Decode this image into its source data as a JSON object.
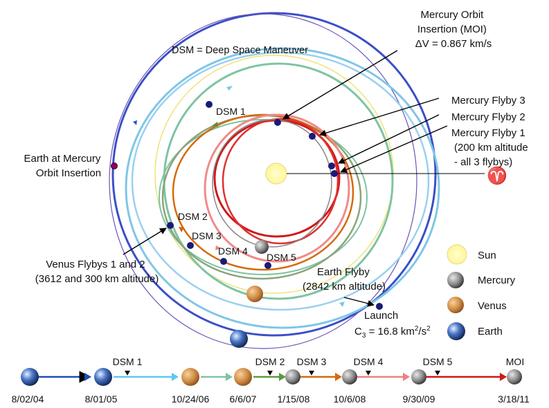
{
  "title_note": "DSM = Deep Space Maneuver",
  "annotations": {
    "moi": [
      "Mercury Orbit",
      "Insertion (MOI)",
      "ΔV = 0.867 km/s"
    ],
    "flyby3": "Mercury Flyby 3",
    "flyby2": "Mercury Flyby 2",
    "flyby1": [
      "Mercury Flyby 1",
      "(200 km altitude",
      "- all 3 flybys)"
    ],
    "earth_at_moi": [
      "Earth at Mercury",
      "Orbit Insertion"
    ],
    "venus_flybys": [
      "Venus Flybys 1 and 2",
      "(3612 and 300 km altitude)"
    ],
    "earth_flyby": [
      "Earth Flyby",
      "(2842 km altitude)"
    ],
    "launch": [
      "Launch",
      "C",
      "3",
      " = 16.8 km",
      "2",
      "/s",
      "2"
    ],
    "vernal_equinox": "♈"
  },
  "dsm_labels": [
    "DSM 1",
    "DSM 2",
    "DSM 3",
    "DSM 4",
    "DSM 5"
  ],
  "legend": [
    {
      "label": "Sun",
      "icon": "sun-icon"
    },
    {
      "label": "Mercury",
      "icon": "mercury-icon"
    },
    {
      "label": "Venus",
      "icon": "venus-icon"
    },
    {
      "label": "Earth",
      "icon": "earth-icon"
    }
  ],
  "timeline": {
    "dates": [
      "8/02/04",
      "8/01/05",
      "10/24/06",
      "6/6/07",
      "1/15/08",
      "10/6/08",
      "9/30/09",
      "3/18/11"
    ],
    "events": [
      "DSM 1",
      "DSM 2",
      "DSM 3",
      "DSM 4",
      "DSM 5",
      "MOI"
    ]
  },
  "colors": {
    "earth_orbit": "#3a4fc8",
    "venus_orbit": "#7fc6e8",
    "mercury_orbit": "#888888",
    "sun": "#ffffaa",
    "seg1": "#1c4db8",
    "seg2": "#5ec8ee",
    "seg3": "#7ec4a3",
    "seg4": "#5a9a3c",
    "seg5": "#d46a0c",
    "seg6": "#f08080",
    "seg7": "#d01818"
  }
}
